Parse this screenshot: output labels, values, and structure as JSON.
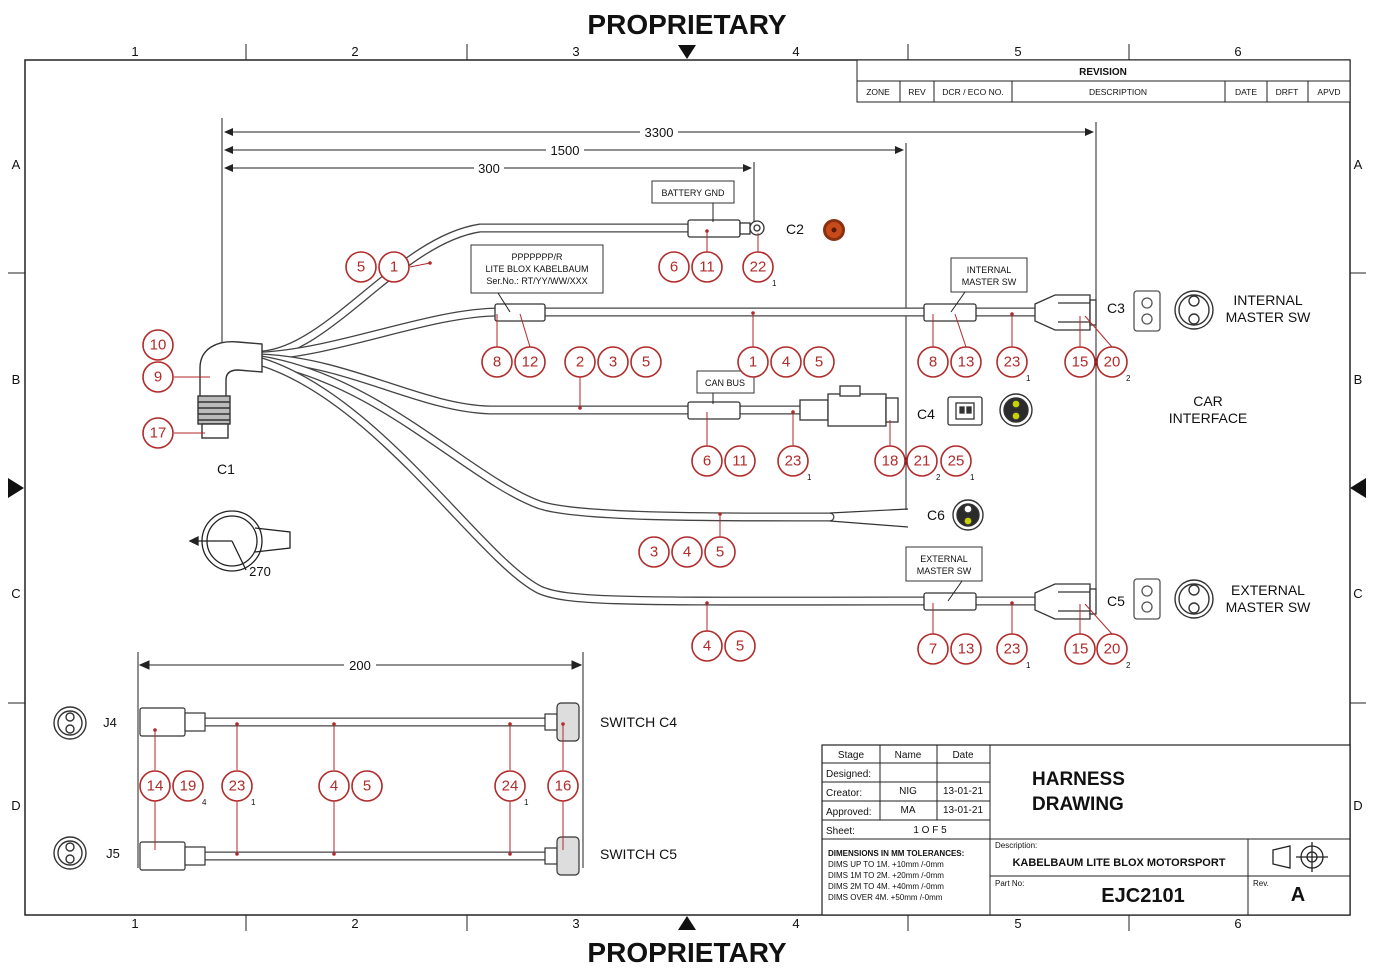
{
  "banner_top": "PROPRIETARY",
  "banner_bottom": "PROPRIETARY",
  "grid": {
    "cols": [
      "1",
      "2",
      "3",
      "4",
      "5",
      "6"
    ],
    "rows": [
      "A",
      "B",
      "C",
      "D"
    ]
  },
  "revision": {
    "title": "REVISION",
    "cols": [
      "ZONE",
      "REV",
      "DCR / ECO NO.",
      "DESCRIPTION",
      "DATE",
      "DRFT",
      "APVD"
    ]
  },
  "dims": {
    "d3300": "3300",
    "d1500": "1500",
    "d300": "300",
    "d200": "200",
    "angle": "270"
  },
  "labels": {
    "battery_gnd": "BATTERY GND",
    "can_bus": "CAN BUS",
    "internal_tag": [
      "INTERNAL",
      "MASTER SW"
    ],
    "external_tag": [
      "EXTERNAL",
      "MASTER SW"
    ],
    "product_tag": [
      "PPPPPPP/R",
      "LITE BLOX KABELBAUM",
      "Ser.No.: RT/YY/WW/XXX"
    ],
    "internal_master": [
      "INTERNAL",
      "MASTER SW"
    ],
    "external_master": [
      "EXTERNAL",
      "MASTER SW"
    ],
    "car_interface": [
      "CAR",
      "INTERFACE"
    ],
    "switch_c4": "SWITCH C4",
    "switch_c5": "SWITCH C5"
  },
  "connectors": {
    "c1": "C1",
    "c2": "C2",
    "c3": "C3",
    "c4": "C4",
    "c5": "C5",
    "c6": "C6",
    "j4": "J4",
    "j5": "J5"
  },
  "balloons": [
    "1",
    "2",
    "3",
    "4",
    "5",
    "6",
    "7",
    "8",
    "9",
    "10",
    "11",
    "12",
    "13",
    "14",
    "15",
    "16",
    "17",
    "18",
    "19",
    "20",
    "21",
    "22",
    "23",
    "24",
    "25"
  ],
  "qty": {
    "q1": "1",
    "q2": "2",
    "q4": "4"
  },
  "title_block": {
    "h_stage": "Stage",
    "h_name": "Name",
    "h_date": "Date",
    "designed": "Designed:",
    "creator": "Creator:",
    "creator_name": "NIG",
    "creator_date": "13-01-21",
    "approved": "Approved:",
    "approved_name": "MA",
    "approved_date": "13-01-21",
    "sheet": "Sheet:",
    "sheet_val": "1  O F  5",
    "title1": "HARNESS",
    "title2": "DRAWING",
    "tol": [
      "DIMENSIONS IN MM TOLERANCES:",
      "DIMS UP TO 1M. +10mm /-0mm",
      "DIMS 1M TO 2M. +20mm /-0mm",
      "DIMS 2M TO 4M. +40mm /-0mm",
      "DIMS OVER  4M. +50mm /-0mm"
    ],
    "desc_label": "Description:",
    "desc": "KABELBAUM LITE BLOX MOTORSPORT",
    "part_label": "Part No:",
    "part": "EJC2101",
    "rev_label": "Rev.",
    "rev": "A"
  },
  "colors": {
    "balloon": "#b22a2a",
    "cable": "#444444",
    "led_c2": "#c64a1a",
    "led_green": "#c8d400"
  }
}
